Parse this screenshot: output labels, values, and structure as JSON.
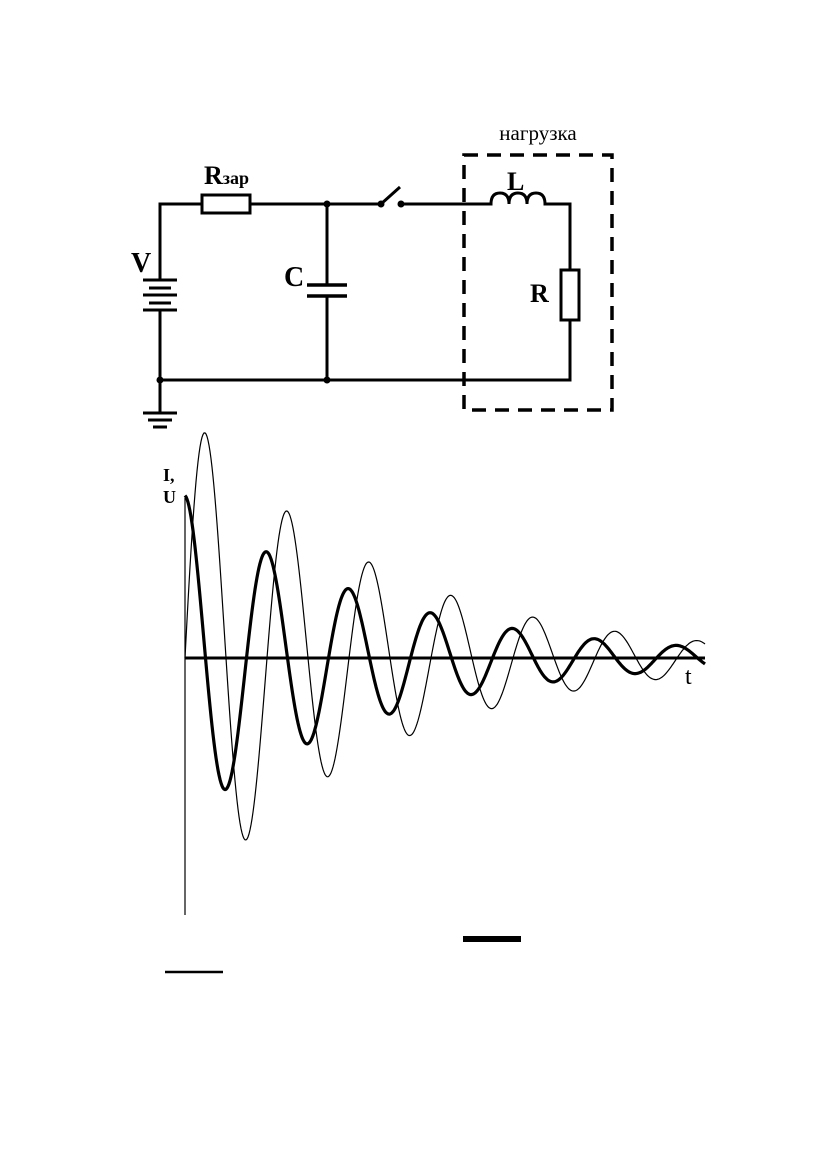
{
  "circuit": {
    "labels": {
      "load": "нагрузка",
      "charging_resistor": "R",
      "charging_resistor_sub": "зар",
      "voltage_source": "V",
      "capacitor": "C",
      "inductor": "L",
      "load_resistor": "R"
    }
  },
  "chart_data": {
    "type": "line",
    "ylabel_line1": "I,",
    "ylabel_line2": "U",
    "xlabel": "t",
    "grid": false,
    "series": [
      {
        "style": "thin",
        "amplitude": 1.0,
        "phase": "sine",
        "sign": -1
      },
      {
        "style": "thick",
        "amplitude": 0.65,
        "phase": "cosine",
        "sign": 1
      }
    ],
    "legend": [
      {
        "style": "thick"
      },
      {
        "style": "thin"
      }
    ]
  },
  "colors": {
    "ink": "#000000",
    "background": "#ffffff"
  }
}
